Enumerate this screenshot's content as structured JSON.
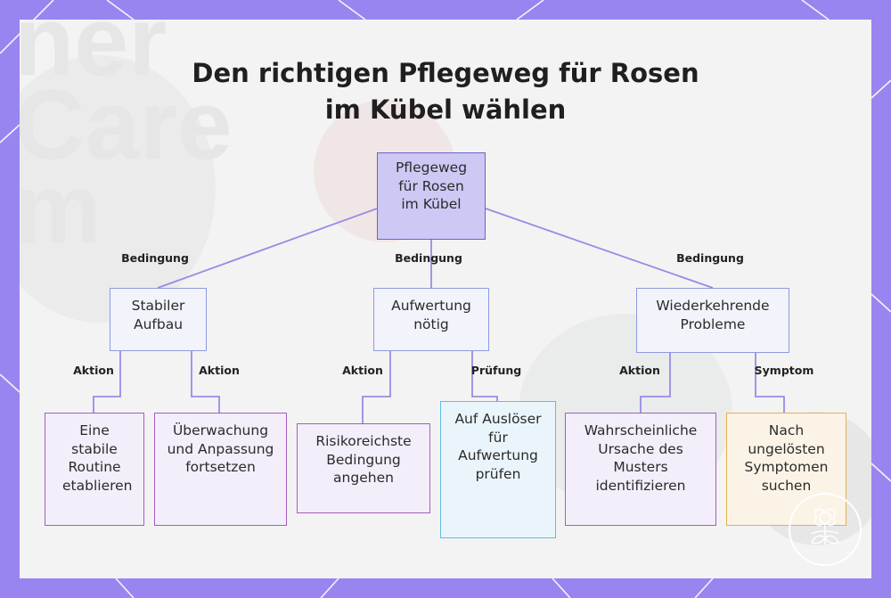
{
  "title": "Den richtigen Pflegeweg für Rosen im Kübel wählen",
  "colors": {
    "frame": "#9a84ef",
    "root_fill": "#cdc8f4",
    "mid_border": "#8d9be0",
    "action_border": "#a45cc4",
    "check_border": "#5fbde0",
    "symptom_border": "#e3b24c",
    "edge": "#9b8ae6"
  },
  "background_text": [
    "ner",
    "Care",
    "m"
  ],
  "nodes": {
    "root": "Pflegeweg für Rosen im Kübel",
    "stable": "Stabiler Aufbau",
    "upgrade": "Aufwertung nötig",
    "recurring": "Wiederkehrende Probleme",
    "routine": "Eine stabile Routine etablieren",
    "monitor": "Überwachung und Anpassung fortsetzen",
    "risk": "Risikoreichste Bedingung angehen",
    "trigger": "Auf Auslöser für Aufwertung prüfen",
    "cause": "Wahrscheinliche Ursache des Musters identifizieren",
    "unresolved": "Nach ungelösten Symptomen suchen"
  },
  "edge_labels": {
    "root_stable": "Bedingung",
    "root_upgrade": "Bedingung",
    "root_recurring": "Bedingung",
    "stable_routine": "Aktion",
    "stable_monitor": "Aktion",
    "upgrade_risk": "Aktion",
    "upgrade_trigger": "Prüfung",
    "recurring_cause": "Aktion",
    "recurring_unresolved": "Symptom"
  },
  "logo_icon": "flower-emblem-icon"
}
